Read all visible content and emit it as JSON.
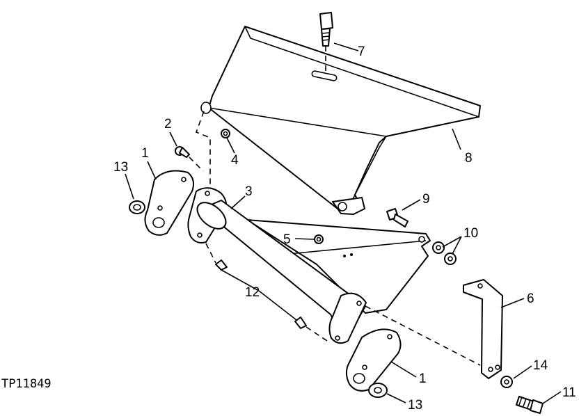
{
  "figure_id": "TP11849",
  "callouts": {
    "c1a": "1",
    "c1b": "1",
    "c2": "2",
    "c3": "3",
    "c4": "4",
    "c5": "5",
    "c6": "6",
    "c7": "7",
    "c8": "8",
    "c9": "9",
    "c10": "10",
    "c11": "11",
    "c12": "12",
    "c13a": "13",
    "c13b": "13",
    "c14": "14"
  }
}
